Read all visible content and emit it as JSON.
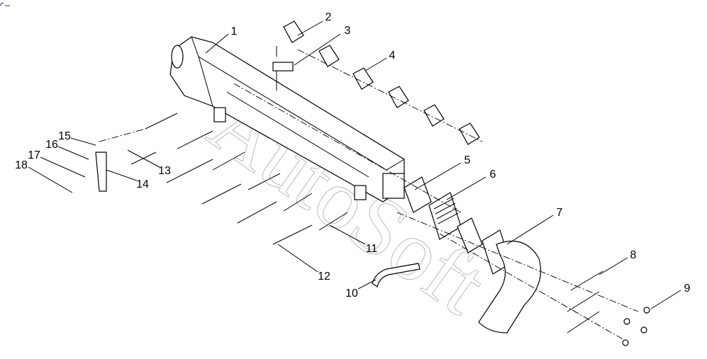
{
  "diagram": {
    "title": "Intake manifold exploded parts diagram",
    "callouts": [
      "1",
      "2",
      "3",
      "4",
      "5",
      "6",
      "7",
      "8",
      "9",
      "10",
      "11",
      "12",
      "13",
      "14",
      "15",
      "16",
      "17",
      "18"
    ],
    "watermark": "AutoSoft"
  },
  "colors": {
    "corner_icon": "#6a6ad8"
  }
}
